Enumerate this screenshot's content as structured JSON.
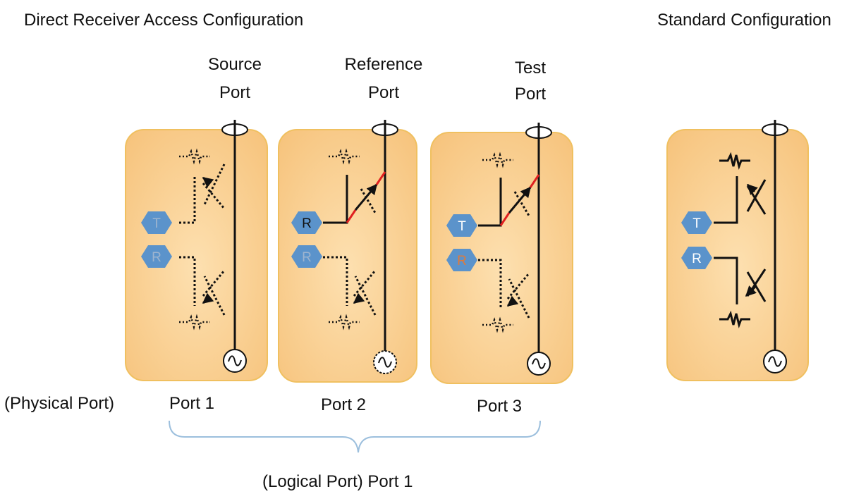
{
  "titles": {
    "direct": "Direct Receiver Access Configuration",
    "standard": "Standard Configuration"
  },
  "port_headers": {
    "source_line1": "Source",
    "source_line2": "Port",
    "reference_line1": "Reference",
    "reference_line2": "Port",
    "test_line1": "Test",
    "test_line2": "Port"
  },
  "bottom": {
    "physical_label": "(Physical Port)",
    "port1": "Port 1",
    "port2": "Port 2",
    "port3": "Port 3",
    "logical_label": "(Logical Port) Port 1"
  },
  "receivers": {
    "t": "T",
    "r": "R"
  },
  "colors": {
    "panel_fill": "#f7c886",
    "panel_border": "#f0c060",
    "receiver_fill": "#5b93cb",
    "active_label": "#ffffff",
    "dim_label": "#9db4cf",
    "ref_active_label": "#111111",
    "orange_label": "#e07a3a",
    "highlight_red": "#e02020",
    "brace": "#9cbfdd"
  }
}
